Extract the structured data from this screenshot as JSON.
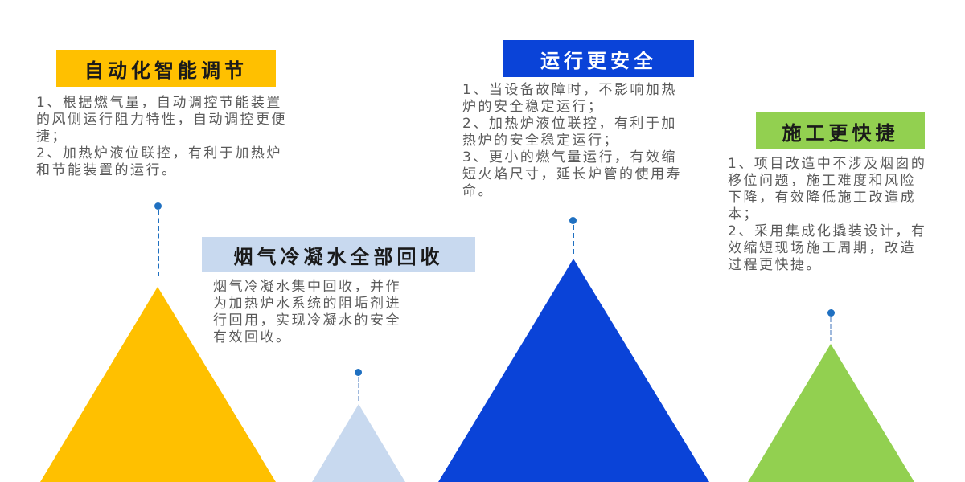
{
  "colors": {
    "yellow": "#FFC000",
    "lightblue": "#C8D9EF",
    "blue": "#0A43D8",
    "green": "#92D050",
    "text": "#5A5A5A",
    "dot": "#1F70C1"
  },
  "sections": [
    {
      "title": "自动化智能调节",
      "body": "1、根据燃气量，自动调控节能装置\n的风侧运行阻力特性，自动调控更便\n捷；\n2、加热炉液位联控，有利于加热炉\n和节能装置的运行。"
    },
    {
      "title": "烟气冷凝水全部回收",
      "body": "烟气冷凝水集中回收，并作\n为加热炉水系统的阻垢剂进\n行回用，实现冷凝水的安全\n有效回收。"
    },
    {
      "title": "运行更安全",
      "body": "1、当设备故障时，不影响加热\n炉的安全稳定运行；\n2、加热炉液位联控，有利于加\n热炉的安全稳定运行；\n3、更小的燃气量运行，有效缩\n短火焰尺寸，延长炉管的使用寿\n命。"
    },
    {
      "title": "施工更快捷",
      "body": "1、项目改造中不涉及烟囱的\n移位问题，施工难度和风险\n下降，有效降低施工改造成\n本；\n2、采用集成化撬装设计，有\n效缩短现场施工周期，改造\n过程更快捷。"
    }
  ]
}
